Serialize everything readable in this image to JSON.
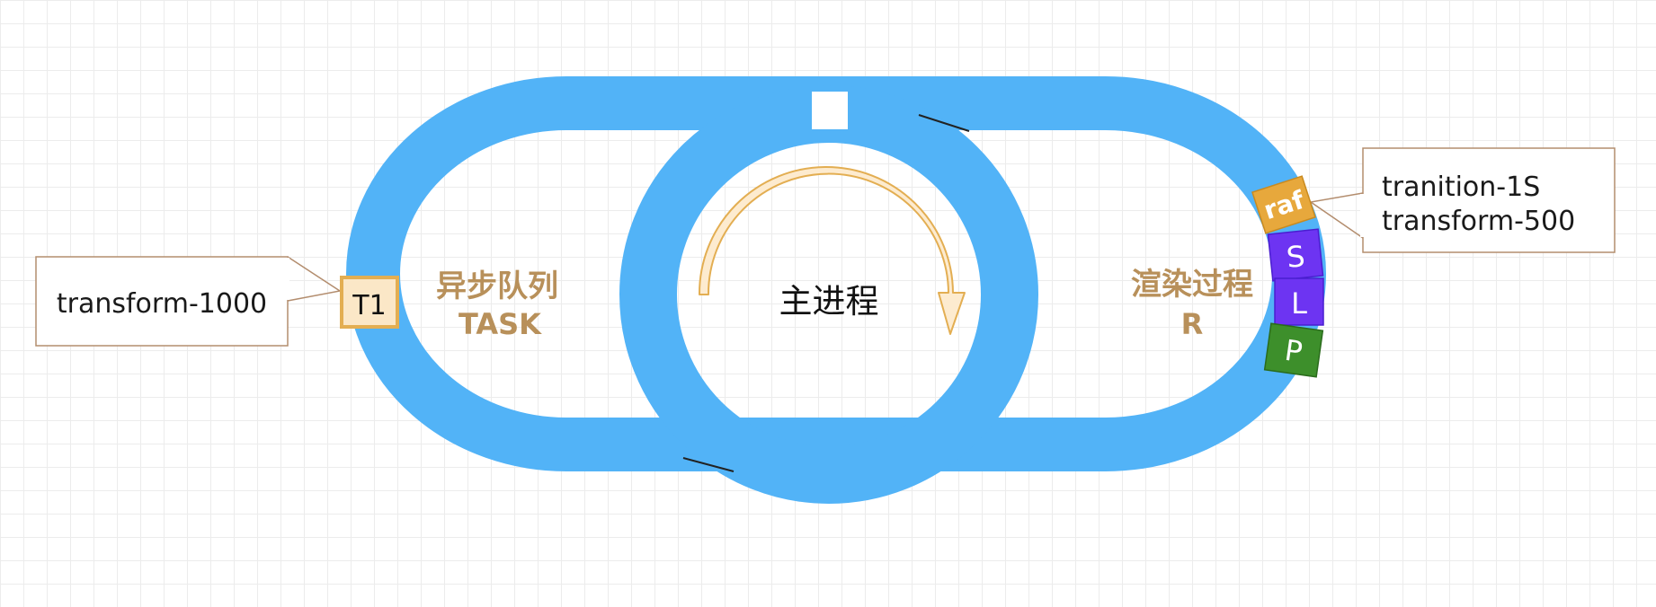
{
  "colors": {
    "loop": "#52b3f7",
    "task_label": "#b8905a",
    "render_label": "#b8905a",
    "t1_fill": "#fbe7c7",
    "t1_border": "#e3ae52",
    "raf_fill": "#e7a83c",
    "style_fill": "#6d34f2",
    "layout_fill": "#6d34f2",
    "paint_fill": "#3d8f2b",
    "callout_border": "#b38d6e",
    "arrow_fill": "#fdebcf",
    "arrow_stroke": "#e3ae52"
  },
  "task_queue": {
    "title": "异步队列",
    "subtitle": "TASK"
  },
  "main_process": {
    "label": "主进程"
  },
  "render_process": {
    "title": "渲染过程",
    "subtitle": "R"
  },
  "tasks": {
    "t1": "T1",
    "raf": "raf",
    "style": "S",
    "layout": "L",
    "paint": "P"
  },
  "callouts": {
    "left": "transform-1000",
    "right_line1": "tranition-1S",
    "right_line2": "transform-500"
  }
}
